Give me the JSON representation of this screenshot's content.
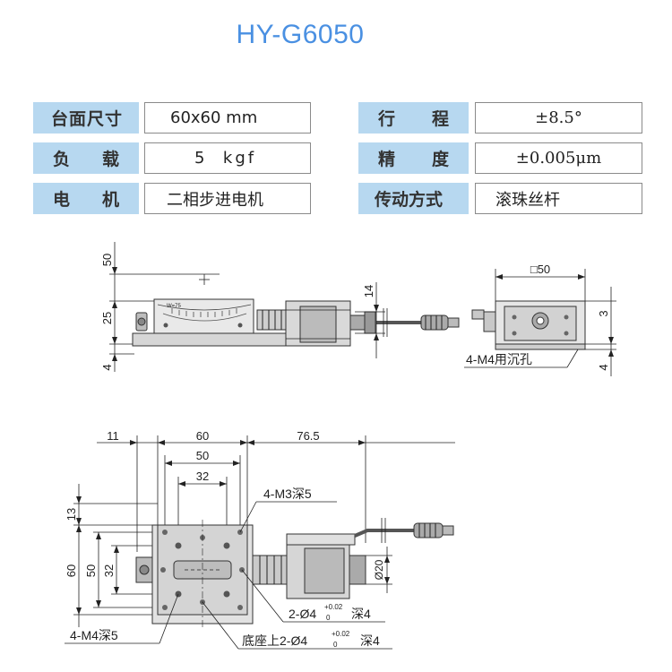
{
  "title": "HY-G6050",
  "specs": {
    "table_size_label": "台面尺寸",
    "table_size_value": "60x60 mm",
    "travel_label_a": "行",
    "travel_label_b": "程",
    "travel_value": "±8.5°",
    "load_label_a": "负",
    "load_label_b": "载",
    "load_value": "5  kgf",
    "accuracy_label_a": "精",
    "accuracy_label_b": "度",
    "accuracy_value": "±0.005μm",
    "motor_label_a": "电",
    "motor_label_b": "机",
    "motor_value": "二相步进电机",
    "drive_label": "传动方式",
    "drive_value": "滚珠丝杆"
  },
  "side_view": {
    "dim_50": "50",
    "dim_25": "25",
    "dim_4": "4",
    "dim_14": "14",
    "scale_text": "W=75"
  },
  "end_view": {
    "dim_square50": "□50",
    "dim_3": "3",
    "dim_4": "4",
    "note_holes": "4-M4用沉孔"
  },
  "top_view": {
    "dim_11": "11",
    "dim_60": "60",
    "dim_76_5": "76.5",
    "dim_50": "50",
    "dim_32": "32",
    "dim_13": "13",
    "dim_left_60": "60",
    "dim_left_50": "50",
    "dim_left_32": "32",
    "dim_phi20": "Ø20",
    "note_m3": "4-M3深5",
    "note_m4": "4-M4深5",
    "note_pin_prefix": "2-Ø4",
    "note_pin_sup": "+0.02",
    "note_pin_sub": "0",
    "note_pin_suffix": "深4",
    "note_base_prefix": "底座上2-Ø4",
    "note_base_sup": "+0.02",
    "note_base_sub": "0",
    "note_base_suffix": "深4"
  },
  "colors": {
    "title": "#4a90e2",
    "label_bg": "#b7d8f0",
    "line": "#222222"
  }
}
